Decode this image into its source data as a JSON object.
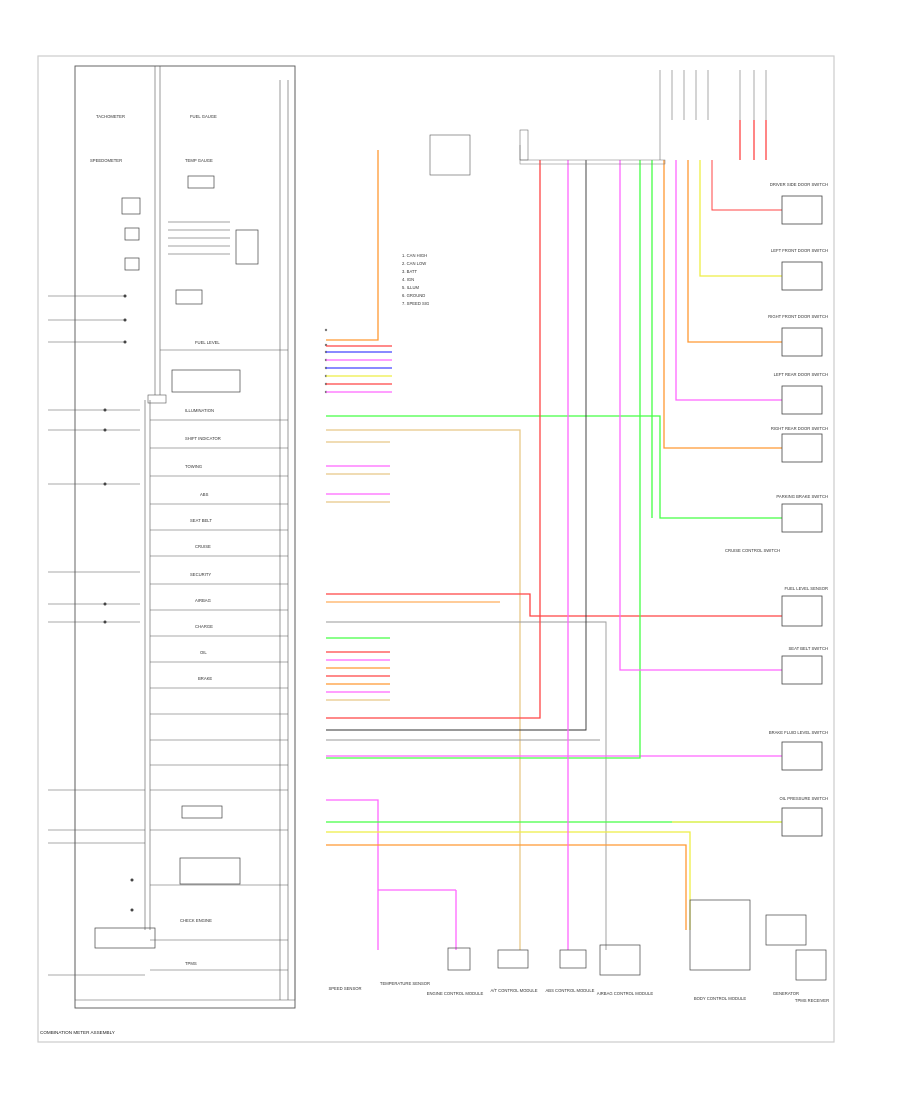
{
  "diagram": {
    "footer_label": "COMBINATION METER ASSEMBLY",
    "meter_components": [
      "TACHOMETER",
      "FUEL GAUGE",
      "SPEEDOMETER",
      "TEMP GAUGE",
      "FUEL LEVEL",
      "ILLUMINATION",
      "SHIFT INDICATOR",
      "TOWING",
      "ABS",
      "SEAT BELT",
      "CRUISE",
      "SECURITY",
      "AIRBAG",
      "CHARGE",
      "OIL",
      "BRAKE",
      "CHECK ENGINE",
      "TPMS"
    ],
    "right_components": [
      "DRIVER SIDE DOOR SWITCH",
      "LEFT FRONT DOOR SWITCH",
      "RIGHT FRONT DOOR SWITCH",
      "LEFT REAR DOOR SWITCH",
      "RIGHT REAR DOOR SWITCH",
      "PARKING BRAKE SWITCH",
      "CRUISE CONTROL SWITCH",
      "FUEL LEVEL SENSOR",
      "SEAT BELT SWITCH",
      "BRAKE FLUID LEVEL SWITCH",
      "OIL PRESSURE SWITCH"
    ],
    "bottom_components": [
      "SPEED SENSOR",
      "TEMPERATURE SENSOR",
      "ENGINE CONTROL MODULE",
      "A/T CONTROL MODULE",
      "ABS CONTROL MODULE",
      "AIRBAG CONTROL MODULE",
      "BODY CONTROL MODULE",
      "GENERATOR",
      "TPMS RECEIVER"
    ],
    "legend": [
      "1. CAN HIGH",
      "2. CAN LOW",
      "3. BATT",
      "4. IGN",
      "5. ILLUM",
      "6. GROUND",
      "7. SPEED SIG"
    ],
    "wire_colors": {
      "orange": "#ff9933",
      "red": "#ff4444",
      "pink": "#ff66ff",
      "green": "#44ff44",
      "blue": "#4444ff",
      "yellow": "#eeee44",
      "tan": "#e8c888",
      "black": "#333333",
      "gray": "#999999"
    }
  }
}
